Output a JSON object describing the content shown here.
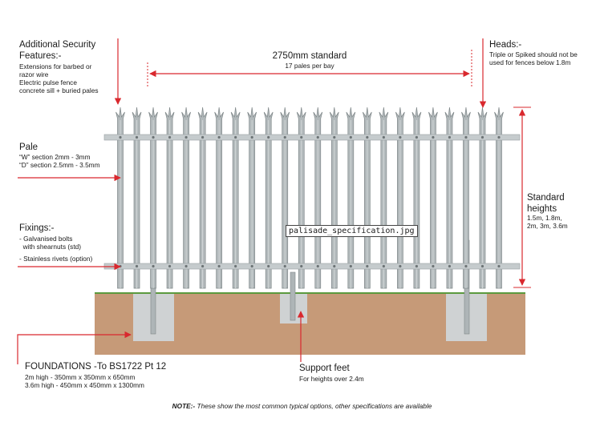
{
  "file_label": "palisade_specification.jpg",
  "bay": {
    "title": "2750mm standard",
    "subtitle": "17 pales per bay"
  },
  "security": {
    "title_line1": "Additional Security",
    "title_line2": "Features:-",
    "lines": [
      "Extensions for barbed or",
      "razor wire",
      "Electric pulse fence",
      "concrete sill + buried pales"
    ]
  },
  "heads": {
    "title": "Heads:-",
    "lines": [
      "Triple or Spiked should not be",
      "used for fences below 1.8m"
    ]
  },
  "pale": {
    "title": "Pale",
    "lines": [
      "“W” section 2mm - 3mm",
      "“D” section 2.5mm - 3.5mm"
    ]
  },
  "fixings": {
    "title": "Fixings:-",
    "lines": [
      "- Galvanised bolts",
      "  with shearnuts (std)",
      "- Stainless rivets (option)"
    ]
  },
  "heights": {
    "title_line1": "Standard",
    "title_line2": "heights",
    "lines": [
      "1.5m, 1.8m,",
      "2m, 3m, 3.6m"
    ]
  },
  "foundations": {
    "title": "FOUNDATIONS -To BS1722 Pt 12",
    "lines": [
      "2m high - 350mm x 350mm x 650mm",
      "3.6m high - 450mm x 450mm x 1300mm"
    ]
  },
  "support": {
    "title": "Support feet",
    "line": "For heights over 2.4m"
  },
  "note": {
    "prefix": "NOTE:-",
    "text": " These show the most common typical options, other specifications are available"
  },
  "colors": {
    "arrow": "#d9282e",
    "pale": "#b2b9bb",
    "pale_edge": "#7f8789",
    "ground": "#c69a78",
    "grass": "#5b9a3e",
    "concrete": "#cfd2d3"
  },
  "diagram": {
    "pale_count": 24
  }
}
